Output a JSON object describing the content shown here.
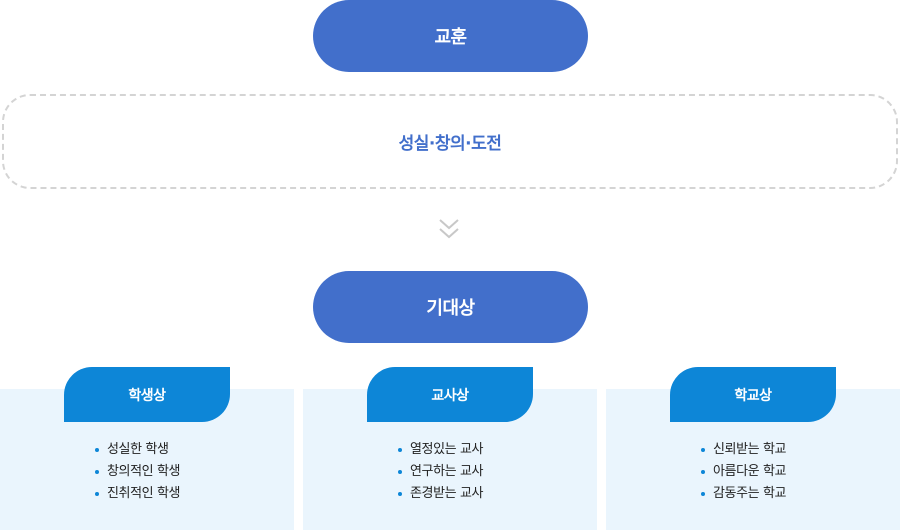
{
  "motto": {
    "label": "교훈",
    "value": "성실·창의·도전"
  },
  "arrow_icon": "double-chevron-down",
  "vision": {
    "label": "기대상"
  },
  "cards": [
    {
      "title": "학생상",
      "items": [
        "성실한 학생",
        "창의적인 학생",
        "진취적인 학생"
      ]
    },
    {
      "title": "교사상",
      "items": [
        "열정있는 교사",
        "연구하는 교사",
        "존경받는 교사"
      ]
    },
    {
      "title": "학교상",
      "items": [
        "신뢰받는 학교",
        "아름다운 학교",
        "감동주는 학교"
      ]
    }
  ],
  "colors": {
    "pill": "#426fcb",
    "tab": "#0d86d7",
    "card_bg": "#eaf5fd",
    "dashed_border": "#d4d4d4"
  }
}
